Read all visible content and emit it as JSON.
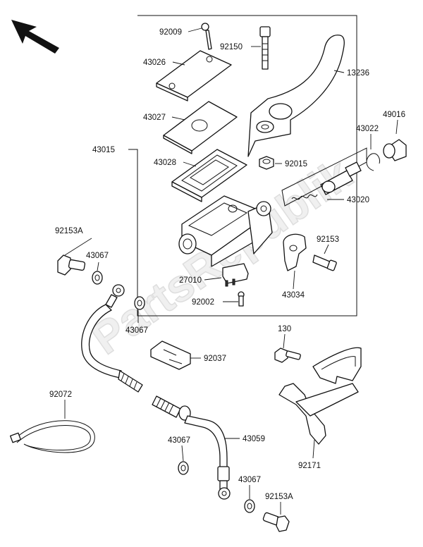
{
  "watermark": "PartsRepublik",
  "icons": {
    "orientation": "arrow-up-left-icon"
  },
  "labels": {
    "p92009": "92009",
    "p92150": "92150",
    "p43026": "43026",
    "p13236": "13236",
    "p43027": "43027",
    "p49016": "49016",
    "p43022": "43022",
    "p43015": "43015",
    "p43028": "43028",
    "p92015": "92015",
    "p43020": "43020",
    "p92153a_top": "92153A",
    "p92153": "92153",
    "p43067_a": "43067",
    "p27010": "27010",
    "p43034": "43034",
    "p92002": "92002",
    "p43067_b": "43067",
    "p130": "130",
    "p92037": "92037",
    "p92072": "92072",
    "p43067_c": "43067",
    "p43059": "43059",
    "p43067_d": "43067",
    "p92171": "92171",
    "p92153a_bottom": "92153A"
  }
}
